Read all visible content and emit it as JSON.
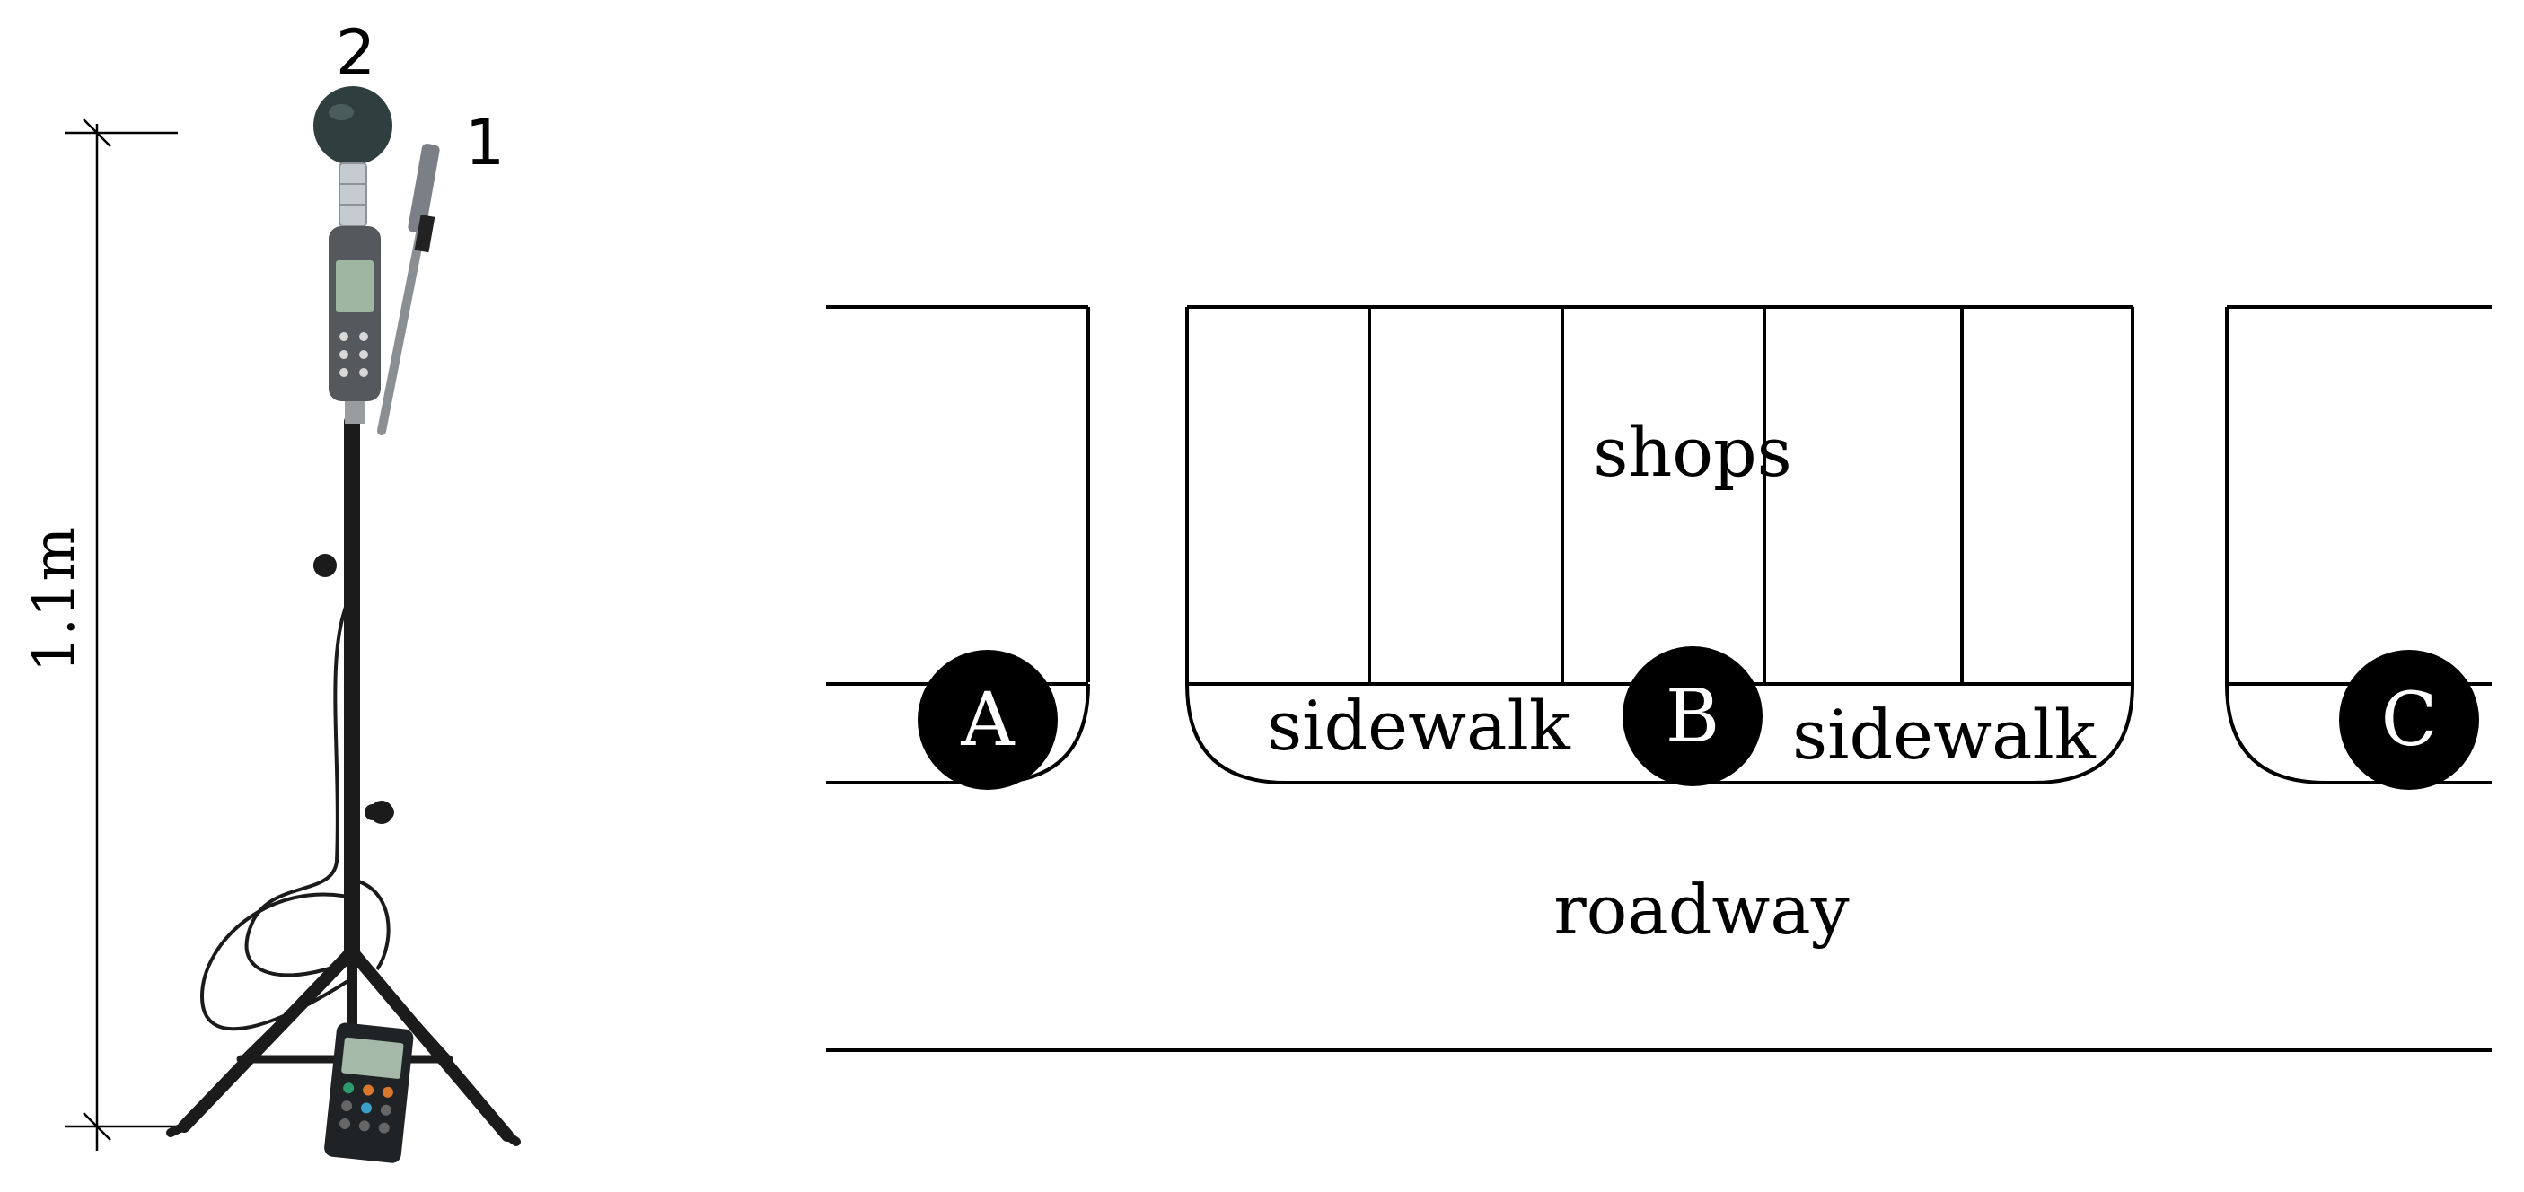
{
  "instrument": {
    "height_label": "1.1m",
    "callout_1": "1",
    "callout_2": "2"
  },
  "street": {
    "zone_shops": "shops",
    "zone_sidewalk_left": "sidewalk",
    "zone_sidewalk_right": "sidewalk",
    "zone_roadway": "roadway",
    "points": [
      {
        "label": "A"
      },
      {
        "label": "B"
      },
      {
        "label": "C"
      }
    ]
  },
  "colors": {
    "line": "#000000",
    "marker_fill": "#000000",
    "marker_text": "#ffffff",
    "tripod": "#1b1b1b",
    "meter_body": "#55585c",
    "globe": "#2f3e3e"
  }
}
